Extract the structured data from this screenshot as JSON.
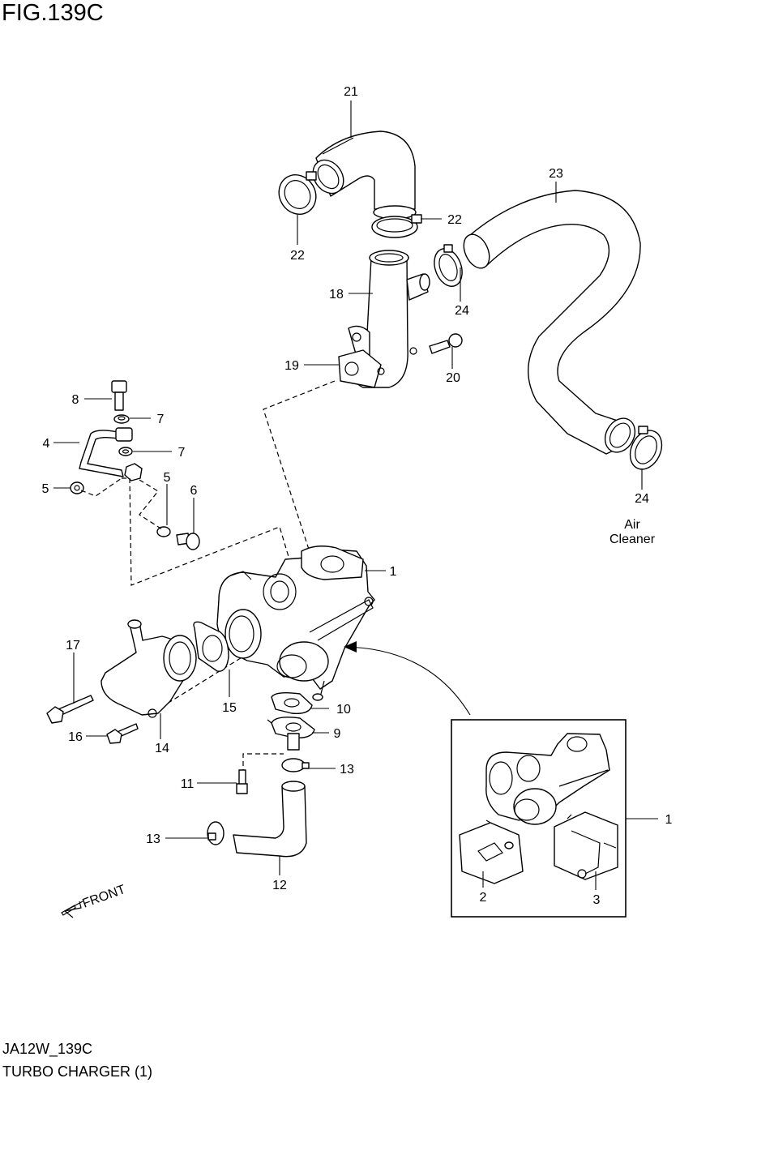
{
  "figure": {
    "title": "FIG.139C",
    "code": "JA12W_139C",
    "name": "TURBO CHARGER (1)"
  },
  "labels": {
    "air_cleaner_line1": "Air",
    "air_cleaner_line2": "Cleaner",
    "front": "FRONT"
  },
  "callouts": {
    "p1": "1",
    "p1b": "1",
    "p2": "2",
    "p3": "3",
    "p4": "4",
    "p5a": "5",
    "p5b": "5",
    "p6": "6",
    "p7a": "7",
    "p7b": "7",
    "p8": "8",
    "p9": "9",
    "p10": "10",
    "p11": "11",
    "p12": "12",
    "p13a": "13",
    "p13b": "13",
    "p14": "14",
    "p15": "15",
    "p16": "16",
    "p17": "17",
    "p18": "18",
    "p19": "19",
    "p20": "20",
    "p21": "21",
    "p22a": "22",
    "p22b": "22",
    "p23": "23",
    "p24a": "24",
    "p24b": "24"
  }
}
